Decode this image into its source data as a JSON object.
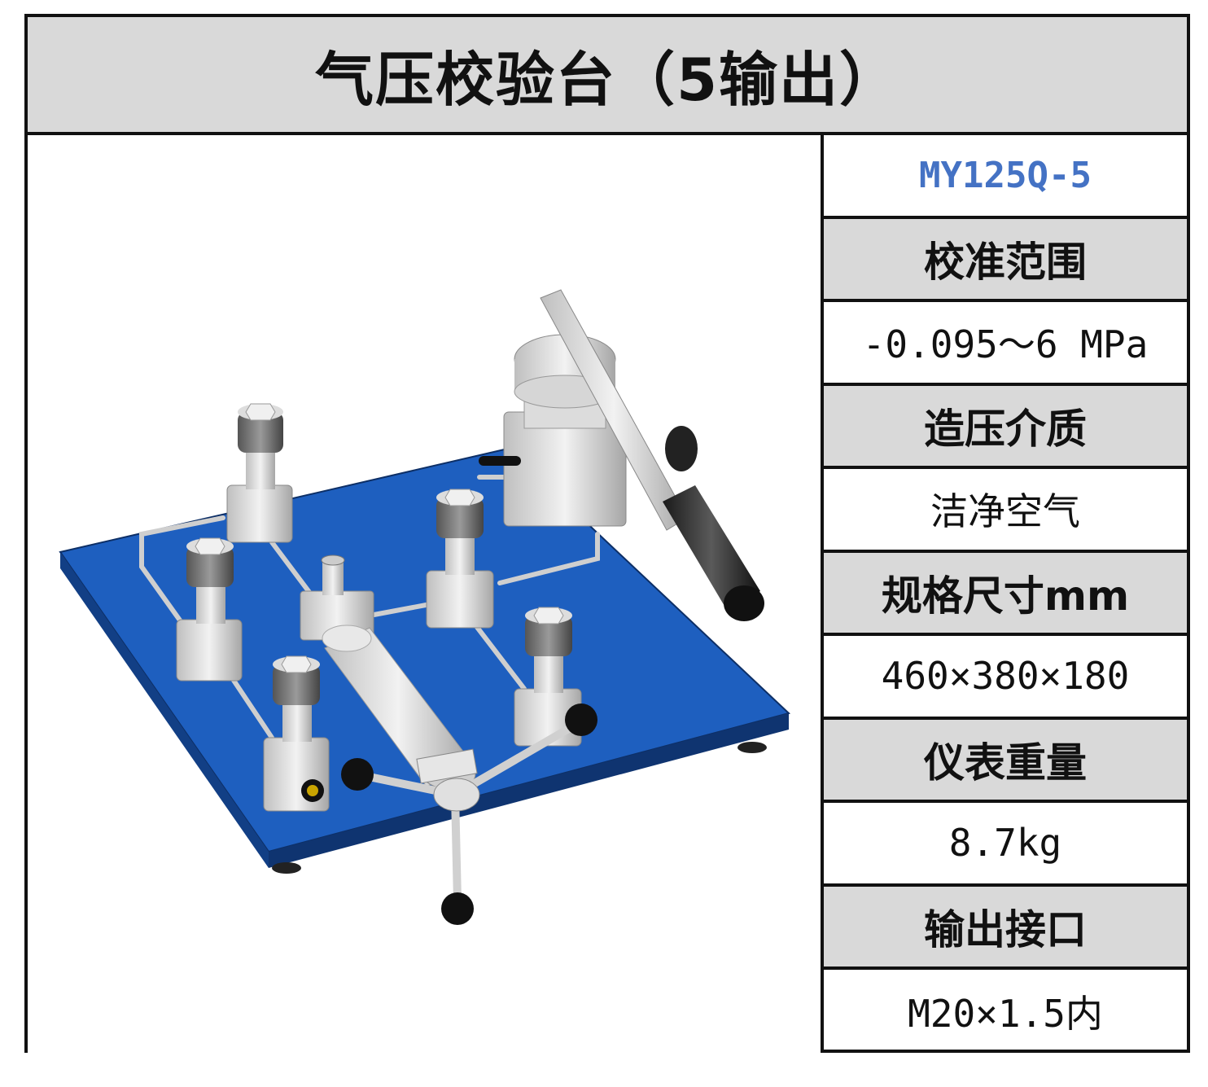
{
  "title": "气压校验台（5输出）",
  "model": "MY125Q-5",
  "specs": [
    {
      "label": "校准范围",
      "value": "-0.095～6 MPa"
    },
    {
      "label": "造压介质",
      "value": "洁净空气"
    },
    {
      "label": "规格尺寸mm",
      "value": "460×380×180"
    },
    {
      "label": "仪表重量",
      "value": "8.7kg"
    },
    {
      "label": "输出接口",
      "value": "M20×1.5内"
    }
  ],
  "colors": {
    "header_gray": "#d9d9d9",
    "model_blue": "#4472c4",
    "base_blue": "#1e5fbf"
  }
}
